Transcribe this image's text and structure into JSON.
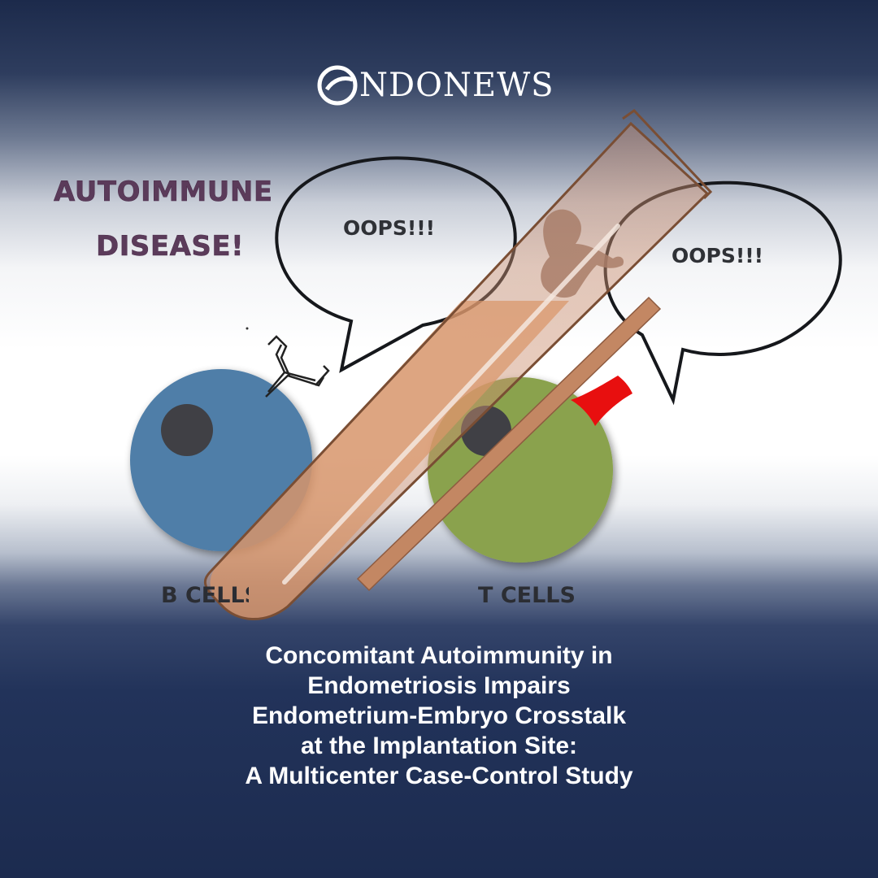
{
  "brand": {
    "name": "NDONEWS",
    "logo_icon": "endonews-e-logo-icon"
  },
  "illustration": {
    "autoimmune_line1": "AUTOIMMUNE",
    "autoimmune_line2": "DISEASE!",
    "bubble_left_text": "OOPS!!!",
    "bubble_right_text": "OOPS!!!",
    "b_cells_label": "B CELLS",
    "t_cells_label": "T CELLS",
    "icons": [
      "antibody-icon",
      "embryo-silhouette-icon",
      "test-tube-icon",
      "pipette-icon",
      "red-spiky-antigen-icon"
    ],
    "colors": {
      "b_cell": "#4f7ea8",
      "t_cell": "#8aa24e",
      "nucleus": "#3f4044",
      "test_tube": "#d9956a",
      "antigen": "#e80f0f",
      "autoimmune_text": "#5b3b5a"
    }
  },
  "headline": {
    "line1": "Concomitant Autoimmunity in",
    "line2": "Endometriosis Impairs",
    "line3": "Endometrium-Embryo Crosstalk",
    "line4": "at the Implantation Site:",
    "line5": "A Multicenter Case-Control Study"
  }
}
